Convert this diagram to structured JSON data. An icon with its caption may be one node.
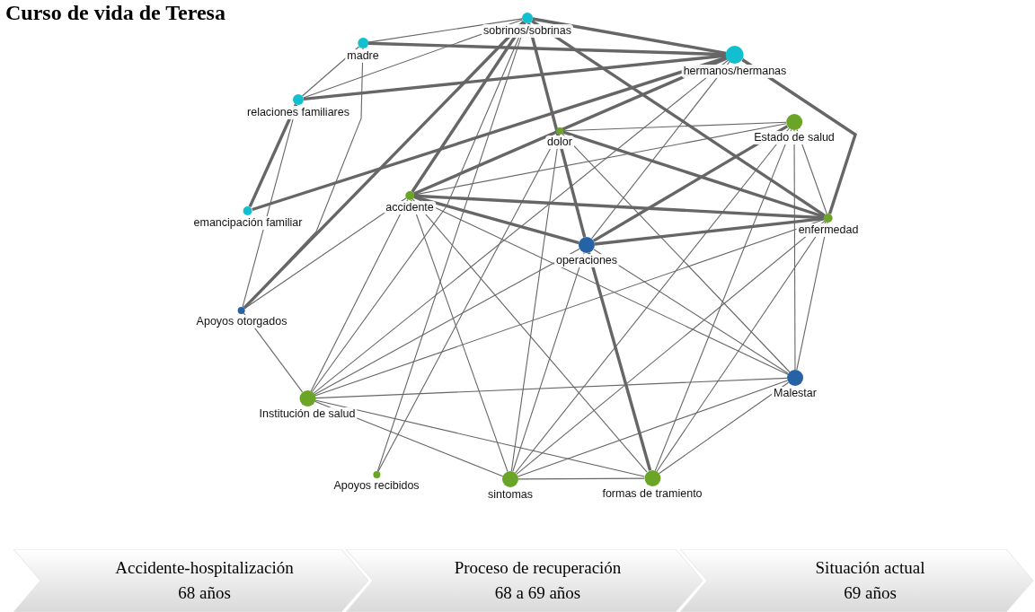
{
  "diagram": {
    "title": "Curso de vida de Teresa",
    "nodes": [
      {
        "text": [
          "sobrinos/sobrinas"
        ]
      },
      {
        "text": [
          "madre"
        ]
      },
      {
        "text": [
          "hermanos/hermanas"
        ]
      },
      {
        "text": [
          "relaciones familiares"
        ]
      },
      {
        "text": [
          "Estado de salud"
        ]
      },
      {
        "text": [
          "dolor"
        ]
      },
      {
        "text": [
          "accidente"
        ]
      },
      {
        "text": [
          "emancipación familiar"
        ]
      },
      {
        "text": [
          "enfermedad"
        ]
      },
      {
        "text": [
          "operaciones"
        ]
      },
      {
        "text": [
          "Apoyos otorgados"
        ]
      },
      {
        "text": [
          "Institución de salud"
        ]
      },
      {
        "text": [
          "Malestar"
        ]
      },
      {
        "text": [
          "Apoyos recibidos"
        ]
      },
      {
        "text": [
          "sintomas"
        ]
      },
      {
        "text": [
          "formas de tramiento"
        ]
      },
      {
        "text": [
          "Accidente-hospitalización",
          "68 años"
        ]
      },
      {
        "text": [
          "Proceso de recuperación",
          "68 a 69 años"
        ]
      },
      {
        "text": [
          "Situación actual",
          "69 años"
        ]
      }
    ],
    "edges": [
      {
        "from": 1,
        "to": 0,
        "arrow": "none"
      },
      {
        "from": 1,
        "to": 2,
        "arrow": "none",
        "style": "thick"
      },
      {
        "from": 1,
        "to": 3,
        "arrow": "none"
      },
      {
        "from": 1,
        "to": 10,
        "arrow": "none"
      },
      {
        "from": 3,
        "to": 0,
        "arrow": "none"
      },
      {
        "from": 3,
        "to": 2,
        "arrow": "none",
        "style": "thick"
      },
      {
        "from": 3,
        "to": 7,
        "arrow": "none",
        "style": "thick"
      },
      {
        "from": 3,
        "to": 10,
        "arrow": "none"
      },
      {
        "from": 7,
        "to": 2,
        "arrow": "none",
        "style": "thick"
      },
      {
        "from": 0,
        "to": 2,
        "arrow": "none",
        "style": "thick"
      },
      {
        "from": 0,
        "to": 10,
        "arrow": "none",
        "style": "thick"
      },
      {
        "from": 0,
        "to": 6,
        "arrow": "none",
        "style": "thick"
      },
      {
        "from": 0,
        "to": 11,
        "arrow": "none"
      },
      {
        "from": 0,
        "to": 9,
        "arrow": "none",
        "style": "thick"
      },
      {
        "from": 0,
        "to": 8,
        "arrow": "none",
        "style": "thick"
      },
      {
        "from": 0,
        "to": 13,
        "arrow": "none"
      },
      {
        "from": 2,
        "to": 6,
        "arrow": "none",
        "style": "thick"
      },
      {
        "from": 2,
        "to": 11,
        "arrow": "none"
      },
      {
        "from": 2,
        "to": 9,
        "arrow": "none"
      },
      {
        "from": 2,
        "to": 8,
        "arrow": "none",
        "style": "thick"
      },
      {
        "from": 5,
        "to": 4,
        "arrow": "none"
      },
      {
        "from": 5,
        "to": 8,
        "arrow": "none",
        "style": "thick"
      },
      {
        "from": 5,
        "to": 12,
        "arrow": "none"
      },
      {
        "from": 5,
        "to": 14,
        "arrow": "none"
      },
      {
        "from": 5,
        "to": 13,
        "arrow": "none"
      },
      {
        "from": 9,
        "to": 15,
        "arrow": "none",
        "style": "thick"
      },
      {
        "from": 4,
        "to": 6,
        "arrow": "none"
      },
      {
        "from": 4,
        "to": 9,
        "arrow": "none",
        "style": "thick"
      },
      {
        "from": 4,
        "to": 8,
        "arrow": "none"
      },
      {
        "from": 4,
        "to": 12,
        "arrow": "none"
      },
      {
        "from": 4,
        "to": 14,
        "arrow": "none"
      },
      {
        "from": 4,
        "to": 15,
        "arrow": "none"
      },
      {
        "from": 6,
        "to": 8,
        "arrow": "none",
        "style": "thick"
      },
      {
        "from": 6,
        "to": 9,
        "arrow": "none",
        "style": "thick"
      },
      {
        "from": 6,
        "to": 12,
        "arrow": "none"
      },
      {
        "from": 6,
        "to": 11,
        "arrow": "none"
      },
      {
        "from": 6,
        "to": 14,
        "arrow": "none"
      },
      {
        "from": 6,
        "to": 15,
        "arrow": "none"
      },
      {
        "from": 6,
        "to": 10,
        "arrow": "none"
      },
      {
        "from": 8,
        "to": 9,
        "arrow": "none",
        "style": "thick"
      },
      {
        "from": 8,
        "to": 11,
        "arrow": "none"
      },
      {
        "from": 8,
        "to": 12,
        "arrow": "none"
      },
      {
        "from": 8,
        "to": 14,
        "arrow": "none"
      },
      {
        "from": 8,
        "to": 15,
        "arrow": "none"
      },
      {
        "from": 9,
        "to": 11,
        "arrow": "none"
      },
      {
        "from": 9,
        "to": 14,
        "arrow": "none"
      },
      {
        "from": 9,
        "to": 12,
        "arrow": "none"
      },
      {
        "from": 11,
        "to": 12,
        "arrow": "none"
      },
      {
        "from": 11,
        "to": 14,
        "arrow": "none"
      },
      {
        "from": 11,
        "to": 15,
        "arrow": "none"
      },
      {
        "from": 11,
        "to": 10,
        "arrow": "none"
      },
      {
        "from": 12,
        "to": 14,
        "arrow": "none"
      },
      {
        "from": 12,
        "to": 15,
        "arrow": "none"
      },
      {
        "from": 14,
        "to": 15,
        "arrow": "none"
      }
    ]
  }
}
